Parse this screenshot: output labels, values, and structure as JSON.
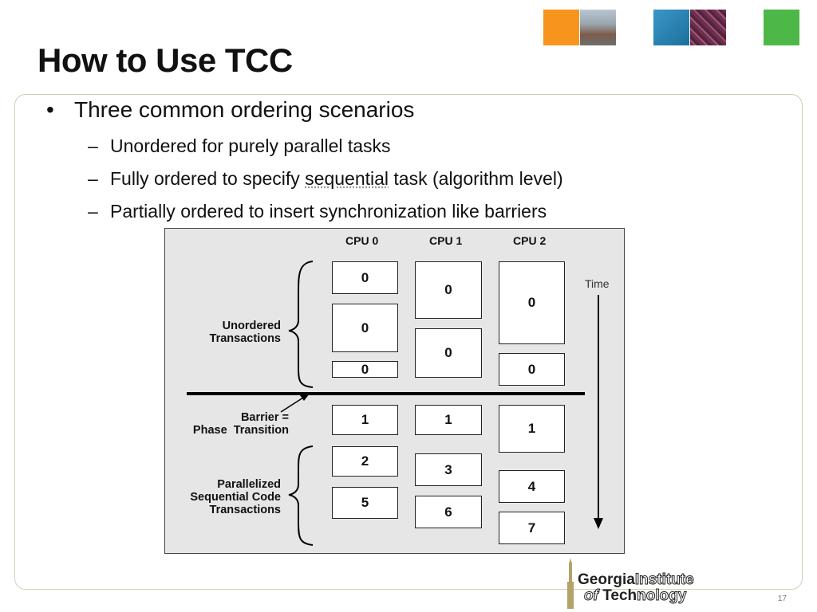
{
  "header": {
    "tiles": [
      {
        "name": "orange-tile",
        "color": "#f7941d"
      },
      {
        "name": "campus-photo-tile",
        "color": "#8a8a8a"
      },
      {
        "name": "blue-tile",
        "color": "#2a86b8"
      },
      {
        "name": "circuit-photo-tile",
        "color": "#7b3d5a"
      },
      {
        "name": "green-tile",
        "color": "#4db848"
      }
    ]
  },
  "slide": {
    "title": "How to Use TCC",
    "bullet": "Three common ordering scenarios",
    "sub_bullets": [
      {
        "dash": "–",
        "text": "Unordered for purely parallel tasks"
      },
      {
        "dash": "–",
        "text_before": "Fully ordered to specify ",
        "highlight": "sequential",
        "text_after": " task (algorithm level)"
      },
      {
        "dash": "–",
        "text": "Partially ordered to insert synchronization like barriers"
      }
    ],
    "bullet_marker": "•"
  },
  "figure": {
    "cpu_headers": [
      "CPU 0",
      "CPU 1",
      "CPU 2"
    ],
    "time_label": "Time",
    "labels": {
      "unordered": [
        "Unordered",
        "Transactions"
      ],
      "barrier": [
        "Barrier =",
        "Phase  Transition"
      ],
      "parallelized": [
        "Parallelized",
        "Sequential Code",
        "Transactions"
      ]
    },
    "boxes": {
      "cpu0": [
        "0",
        "0",
        "0",
        "1",
        "2",
        "5"
      ],
      "cpu1": [
        "0",
        "0",
        "1",
        "3",
        "6"
      ],
      "cpu2": [
        "0",
        "0",
        "1",
        "4",
        "7"
      ]
    }
  },
  "footer": {
    "logo_line1_bold": "Georgia",
    "logo_line1_outline": "Institute",
    "logo_line2_outline": "of ",
    "logo_line2_bold": "Tech",
    "logo_line2_outline2": "nology",
    "page_number": "17"
  }
}
